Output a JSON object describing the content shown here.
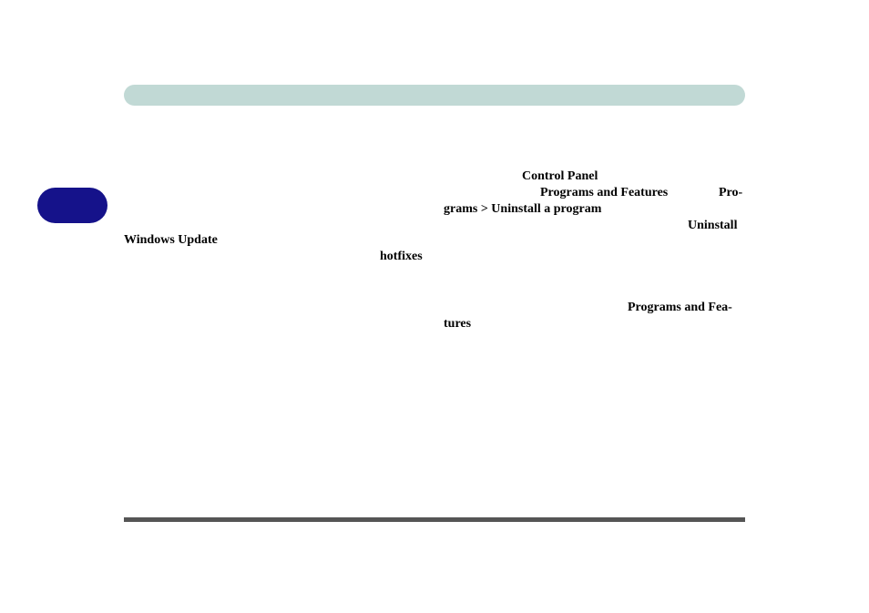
{
  "colors": {
    "header_bar": "#c1d9d5",
    "chapter_tab": "#15128a",
    "footer_rule": "#555555"
  },
  "body": {
    "frag_control_panel": "Control Panel",
    "frag_programs_and_features_1": "Programs and  Features",
    "frag_pro": "Pro-",
    "frag_grams_uninstall": "grams > Uninstall a   program",
    "frag_uninstall": "Uninstall",
    "frag_windows_update": "Windows Update",
    "frag_hotfixes": "hotfixes",
    "frag_programs_and_fea": "Programs and  Fea-",
    "frag_tures": "tures"
  }
}
